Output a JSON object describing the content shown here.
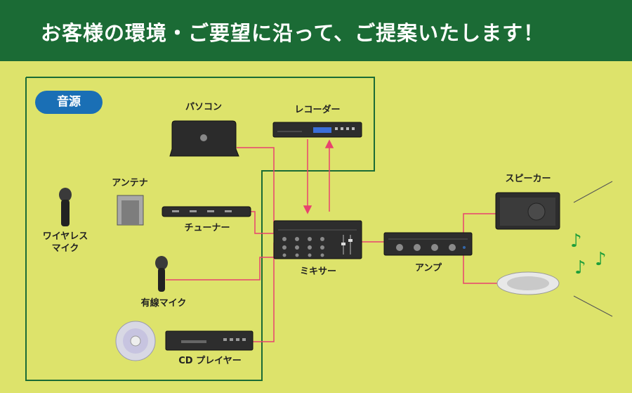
{
  "header": {
    "title": "お客様の環境・ご要望に沿って、ご提案いたします！"
  },
  "source_group": {
    "label": "音源"
  },
  "devices": {
    "pc": "パソコン",
    "recorder": "レコーダー",
    "antenna": "アンテナ",
    "tuner": "チューナー",
    "wireless_mic": "ワイヤレス\nマイク",
    "wired_mic": "有線マイク",
    "cd_player": "CD プレイヤー",
    "mixer": "ミキサー",
    "amp": "アンプ",
    "speaker": "スピーカー"
  },
  "colors": {
    "banner": "#1b6b35",
    "background": "#dde36b",
    "frame": "#1b6b35",
    "wire": "#e8436f",
    "badge": "#1a6fb5",
    "note": "#1e9e3a"
  },
  "icons": [
    "music-note-icon",
    "cd-disc-icon",
    "microphone-icon"
  ]
}
